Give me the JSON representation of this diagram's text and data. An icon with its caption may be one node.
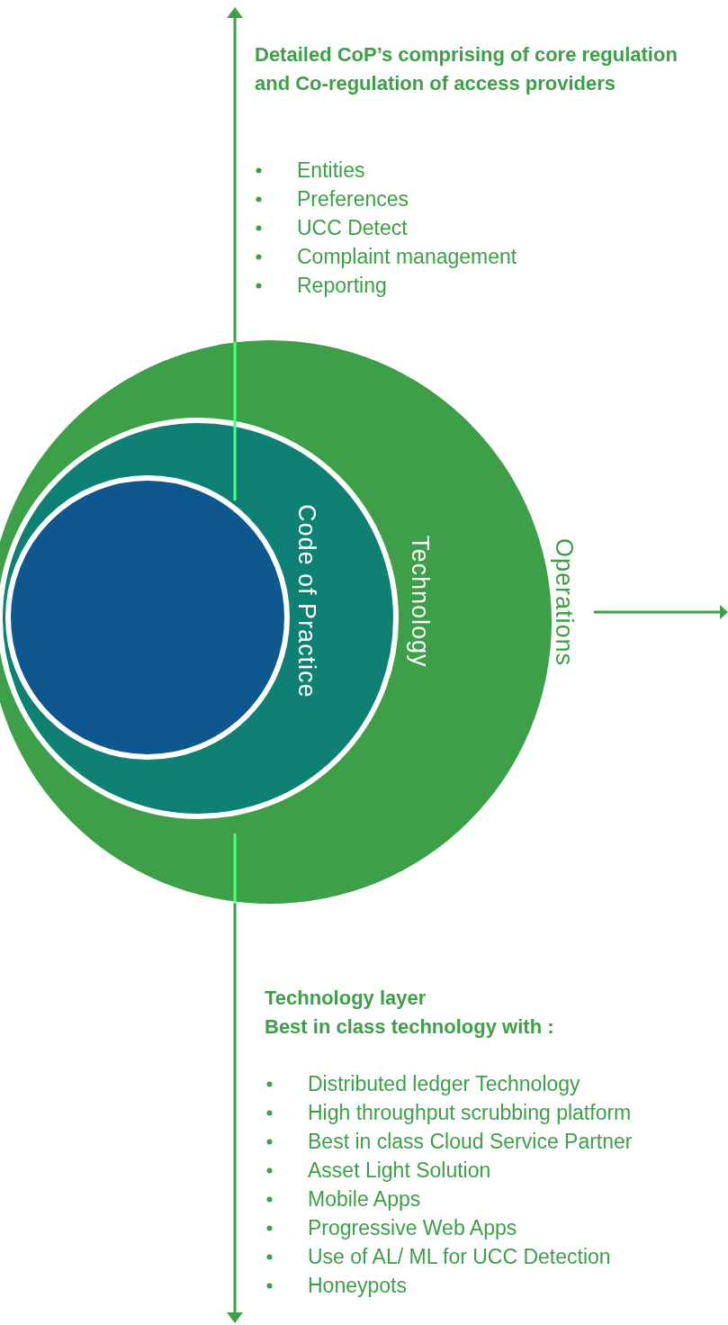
{
  "diagram": {
    "nodes": [
      {
        "text": [
          "Operations"
        ]
      },
      {
        "text": [
          "Technology"
        ],
        "in": 0
      },
      {
        "text": [
          "Code of Practice"
        ],
        "in": 1
      },
      {
        "text": [],
        "shape": "circle",
        "in": 2
      }
    ],
    "labels": [
      "Detailed CoP’s comprising of core regulation and Co-regulation of access providers",
      "Entities",
      "Preferences",
      "UCC Detect",
      "Complaint management",
      "Reporting",
      "Technology layer",
      "Best in class technology with :",
      "Distributed ledger Technology",
      "High throughput scrubbing platform",
      "Best in class Cloud Service Partner",
      "Asset Light Solution",
      "Mobile Apps",
      "Progressive Web Apps",
      "Use of AL/ ML for UCC Detection",
      "Honeypots"
    ]
  }
}
